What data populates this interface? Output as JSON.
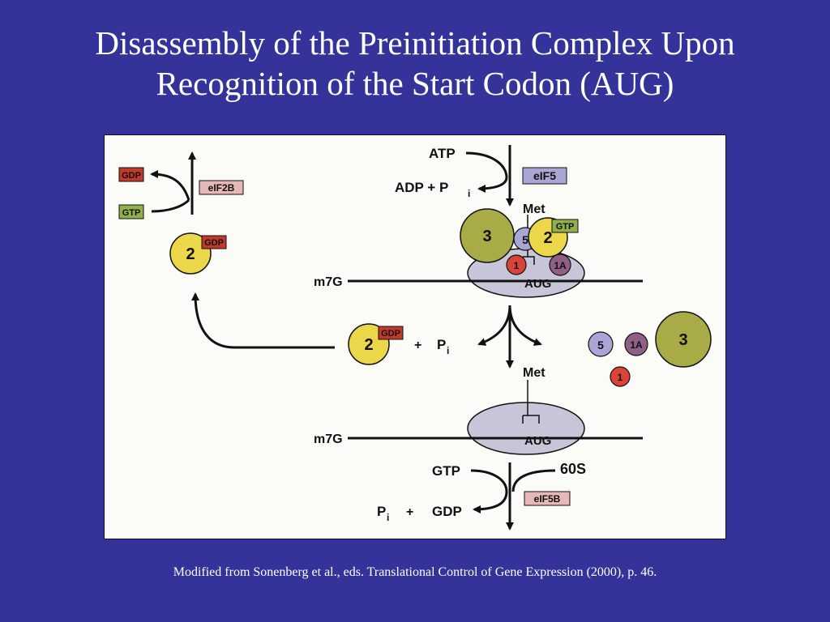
{
  "slide": {
    "title_line1": "Disassembly of the Preinitiation Complex Upon",
    "title_line2": "Recognition of the Start Codon (AUG)",
    "caption": "Modified from Sonenberg et al., eds.  Translational Control of Gene Expression (2000), p. 46."
  },
  "diagram": {
    "atp": "ATP",
    "adp": "ADP + P",
    "adp_sub": "i",
    "eif5": "eIF5",
    "eif2b": "eIF2B",
    "eif5b": "eIF5B",
    "gdp": "GDP",
    "gtp": "GTP",
    "met": "Met",
    "m7g": "m7G",
    "aug": "AUG",
    "factor_2": "2",
    "factor_3": "3",
    "factor_5": "5",
    "factor_1": "1",
    "factor_1a": "1A",
    "plus": "+",
    "pi": "P",
    "pi_sub": "i",
    "gtp_bottom": "GTP",
    "sixty_s": "60S",
    "gdp_bottom": "GDP",
    "colors": {
      "background": "#333399",
      "eif2_yellow": "#ecd64a",
      "eif3_olive": "#a9ac46",
      "eif5_lavender": "#a9a6d6",
      "eif1_red": "#d9443a",
      "eif1a_purple": "#8f5f85",
      "ribosome_grey": "#c6c6d8",
      "gdp_red": "#c0392b",
      "gtp_green": "#8fb04a"
    }
  }
}
